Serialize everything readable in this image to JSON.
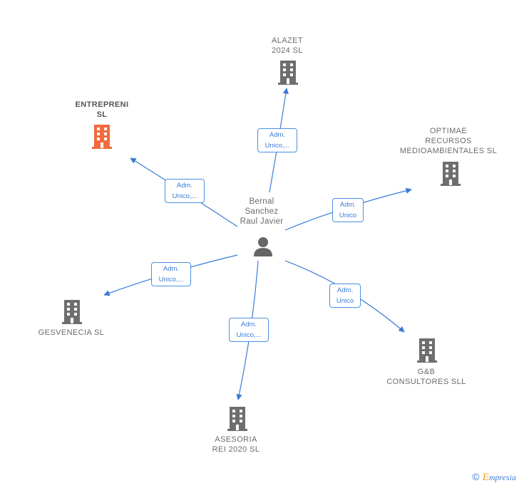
{
  "center": {
    "name_lines": [
      "Bernal",
      "Sanchez",
      "Raul Javier"
    ],
    "icon": "person-icon"
  },
  "companies": [
    {
      "id": "alazet",
      "lines": [
        "ALAZET",
        "2024  SL"
      ],
      "highlight": false,
      "icon": "building-icon",
      "role": [
        "Adm.",
        "Unico,..."
      ]
    },
    {
      "id": "entrepreni",
      "lines": [
        "ENTREPRENI",
        "SL"
      ],
      "highlight": true,
      "icon": "building-icon",
      "role": [
        "Adm.",
        "Unico,..."
      ]
    },
    {
      "id": "optimae",
      "lines": [
        "OPTIMAE",
        "RECURSOS",
        "MEDIOAMBIENTALES SL"
      ],
      "highlight": false,
      "icon": "building-icon",
      "role": [
        "Adm.",
        "Unico"
      ]
    },
    {
      "id": "gesvenecia",
      "lines": [
        "GESVENECIA SL"
      ],
      "highlight": false,
      "icon": "building-icon",
      "role": [
        "Adm.",
        "Unico,..."
      ]
    },
    {
      "id": "gb",
      "lines": [
        "G&B",
        "CONSULTORES SLL"
      ],
      "highlight": false,
      "icon": "building-icon",
      "role": [
        "Adm.",
        "Unico"
      ]
    },
    {
      "id": "asesoria",
      "lines": [
        "ASESORIA",
        "REI 2020  SL"
      ],
      "highlight": false,
      "icon": "building-icon",
      "role": [
        "Adm.",
        "Unico,..."
      ]
    }
  ],
  "colors": {
    "edge": "#3a7bd5",
    "building": "#6e6e6e",
    "building_highlight": "#f26a3d",
    "person": "#666666"
  },
  "footer": {
    "copyright_symbol": "©",
    "brand_initial": "E",
    "brand_rest": "mpresia"
  }
}
